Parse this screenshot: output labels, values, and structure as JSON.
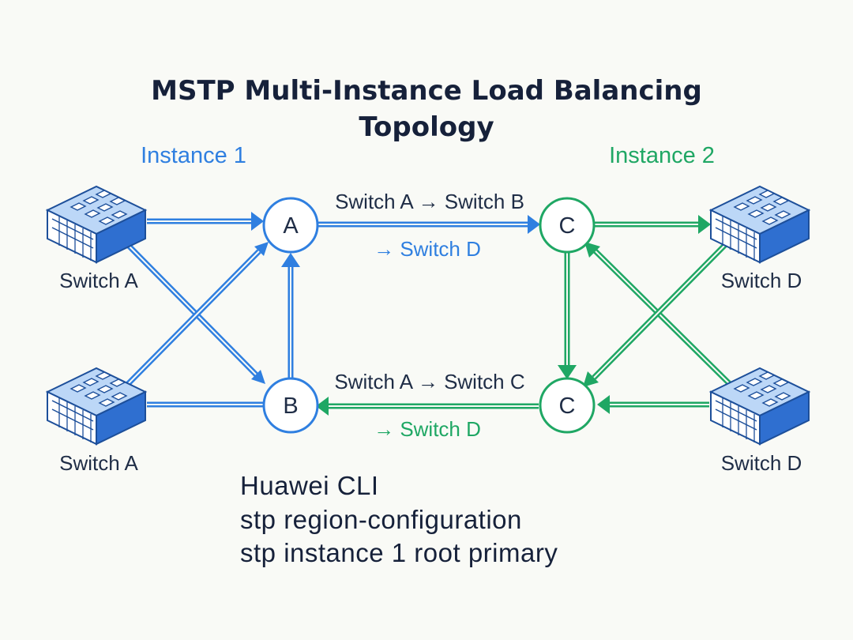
{
  "title": {
    "line1": "MSTP Multi-Instance Load Balancing",
    "line2": "Topology"
  },
  "instances": {
    "instance1": {
      "label": "Instance 1",
      "color": "#2f7fe0"
    },
    "instance2": {
      "label": "Instance 2",
      "color": "#1fa764"
    }
  },
  "switches": {
    "top_left": "Switch A",
    "bottom_left": "Switch A",
    "top_right": "Switch D",
    "bottom_right": "Switch D"
  },
  "nodes": {
    "a": "A",
    "b": "B",
    "c_top": "C",
    "c_bottom": "C"
  },
  "path_labels": {
    "top_line1": "Switch A → Switch B",
    "top_line2": "→ Switch D",
    "bottom_line1": "Switch A → Switch C",
    "bottom_line2": "→ Switch D"
  },
  "cli": {
    "heading": "Huawei CLI",
    "line1": "stp region-configuration",
    "line2": "stp instance 1 root primary"
  },
  "colors": {
    "blue": "#2f7fe0",
    "green": "#1fa764",
    "text": "#1f2d46"
  }
}
